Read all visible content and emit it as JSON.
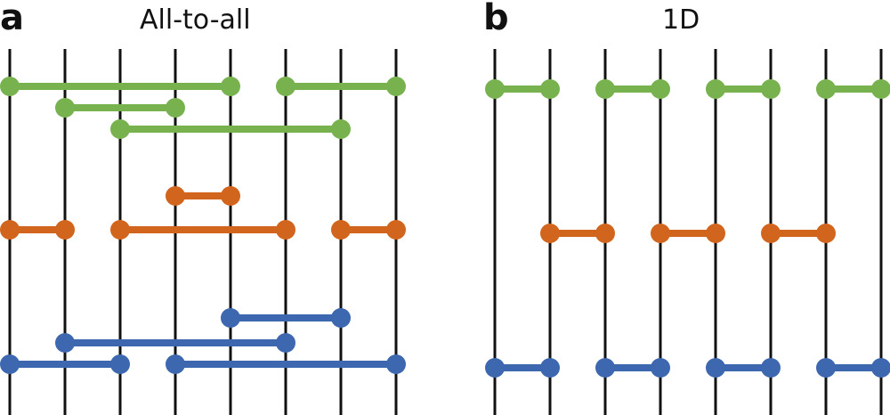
{
  "panels": [
    {
      "label": "a",
      "title": "All-to-all",
      "qubits": 8,
      "gates": [
        {
          "row": 0,
          "color": "green",
          "pairs": [
            [
              0,
              4
            ],
            [
              5,
              7
            ]
          ]
        },
        {
          "row": 1,
          "color": "green",
          "pairs": [
            [
              1,
              3
            ]
          ]
        },
        {
          "row": 2,
          "color": "green",
          "pairs": [
            [
              2,
              6
            ]
          ]
        },
        {
          "row": 3,
          "color": "orange",
          "pairs": [
            [
              3,
              4
            ]
          ]
        },
        {
          "row": 4,
          "color": "orange",
          "pairs": [
            [
              0,
              1
            ],
            [
              2,
              5
            ],
            [
              6,
              7
            ]
          ]
        },
        {
          "row": 5,
          "color": "blue",
          "pairs": [
            [
              4,
              6
            ]
          ]
        },
        {
          "row": 6,
          "color": "blue",
          "pairs": [
            [
              1,
              5
            ]
          ]
        },
        {
          "row": 7,
          "color": "blue",
          "pairs": [
            [
              0,
              2
            ],
            [
              3,
              7
            ]
          ]
        }
      ]
    },
    {
      "label": "b",
      "title": "1D",
      "qubits": 8,
      "gates": [
        {
          "row": 0,
          "color": "green",
          "pairs": [
            [
              0,
              1
            ],
            [
              2,
              3
            ],
            [
              4,
              5
            ],
            [
              6,
              7
            ]
          ]
        },
        {
          "row": 1,
          "color": "orange",
          "pairs": [
            [
              1,
              2
            ],
            [
              3,
              4
            ],
            [
              5,
              6
            ]
          ]
        },
        {
          "row": 2,
          "color": "blue",
          "pairs": [
            [
              0,
              1
            ],
            [
              2,
              3
            ],
            [
              4,
              5
            ],
            [
              6,
              7
            ]
          ]
        }
      ]
    }
  ],
  "colors": {
    "green": "#77b24f",
    "orange": "#d2651d",
    "blue": "#3d67ae",
    "line": "#111111"
  }
}
